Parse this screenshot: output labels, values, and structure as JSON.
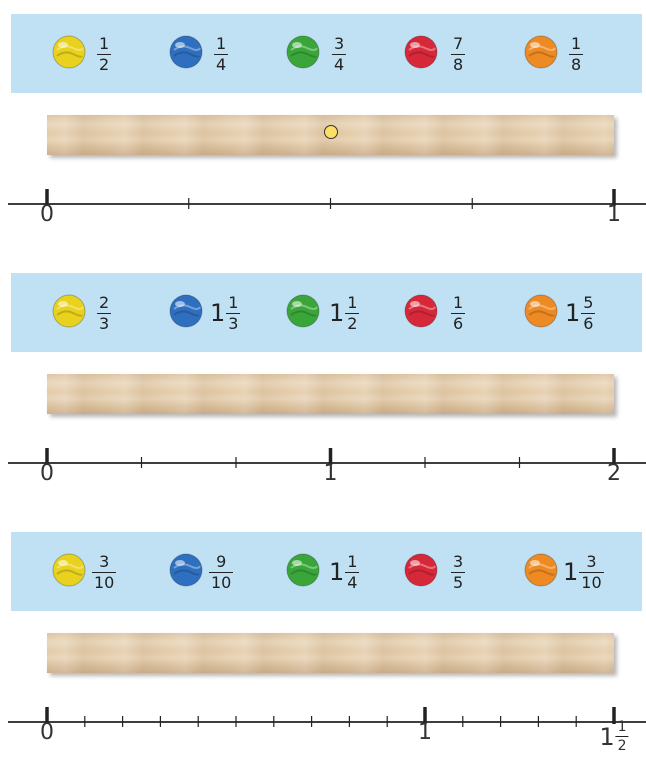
{
  "colors": {
    "band": "#bfe1f3",
    "yellow": "#e8d21e",
    "blue": "#2f6fc0",
    "green": "#3aa63a",
    "red": "#d7283a",
    "orange": "#ee8a23",
    "dot": "#fcdf66"
  },
  "sections": [
    {
      "marbles": [
        {
          "color": "yellow",
          "whole": "",
          "num": "1",
          "den": "2"
        },
        {
          "color": "blue",
          "whole": "",
          "num": "1",
          "den": "4"
        },
        {
          "color": "green",
          "whole": "",
          "num": "3",
          "den": "4"
        },
        {
          "color": "red",
          "whole": "",
          "num": "7",
          "den": "8"
        },
        {
          "color": "orange",
          "whole": "",
          "num": "1",
          "den": "8"
        }
      ],
      "axis": {
        "min": 0,
        "max": 1,
        "divisions": 4,
        "major_every": 4
      },
      "tick_labels": [
        {
          "value": 0,
          "whole": "0",
          "num": "",
          "den": ""
        },
        {
          "value": 1,
          "whole": "1",
          "num": "",
          "den": ""
        }
      ],
      "dot_value": 0.5
    },
    {
      "marbles": [
        {
          "color": "yellow",
          "whole": "",
          "num": "2",
          "den": "3"
        },
        {
          "color": "blue",
          "whole": "1",
          "num": "1",
          "den": "3"
        },
        {
          "color": "green",
          "whole": "1",
          "num": "1",
          "den": "2"
        },
        {
          "color": "red",
          "whole": "",
          "num": "1",
          "den": "6"
        },
        {
          "color": "orange",
          "whole": "1",
          "num": "5",
          "den": "6"
        }
      ],
      "axis": {
        "min": 0,
        "max": 2,
        "divisions": 6,
        "major_every": 3
      },
      "tick_labels": [
        {
          "value": 0,
          "whole": "0",
          "num": "",
          "den": ""
        },
        {
          "value": 1,
          "whole": "1",
          "num": "",
          "den": ""
        },
        {
          "value": 2,
          "whole": "2",
          "num": "",
          "den": ""
        }
      ],
      "dot_value": null
    },
    {
      "marbles": [
        {
          "color": "yellow",
          "whole": "",
          "num": "3",
          "den": "10"
        },
        {
          "color": "blue",
          "whole": "",
          "num": "9",
          "den": "10"
        },
        {
          "color": "green",
          "whole": "1",
          "num": "1",
          "den": "4"
        },
        {
          "color": "red",
          "whole": "",
          "num": "3",
          "den": "5"
        },
        {
          "color": "orange",
          "whole": "1",
          "num": "3",
          "den": "10"
        }
      ],
      "axis": {
        "min": 0,
        "max": 1.5,
        "divisions": 15,
        "major_every": 10
      },
      "tick_labels": [
        {
          "value": 0,
          "whole": "0",
          "num": "",
          "den": ""
        },
        {
          "value": 1,
          "whole": "1",
          "num": "",
          "den": ""
        },
        {
          "value": 1.5,
          "whole": "1",
          "num": "1",
          "den": "2"
        }
      ],
      "dot_value": null
    }
  ]
}
